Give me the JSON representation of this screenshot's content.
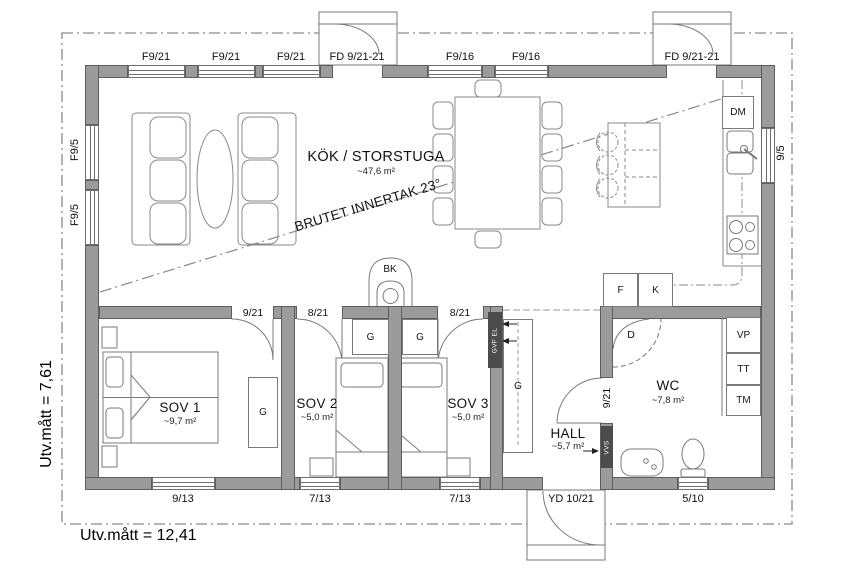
{
  "plan": {
    "dim_width": "Utv.mått = 12,41",
    "dim_height": "Utv.mått = 7,61",
    "ceiling_note": "BRUTET INNERTAK 23°",
    "rooms": {
      "kitchen": {
        "name": "KÖK / STORSTUGA",
        "area": "~47,6 m²"
      },
      "sov1": {
        "name": "SOV 1",
        "area": "~9,7 m²"
      },
      "sov2": {
        "name": "SOV 2",
        "area": "~5,0 m²"
      },
      "sov3": {
        "name": "SOV 3",
        "area": "~5,0 m²"
      },
      "hall": {
        "name": "HALL",
        "area": "~5,7 m²"
      },
      "wc": {
        "name": "WC",
        "area": "~7,8 m²"
      }
    },
    "windows_top": [
      "F9/21",
      "F9/21",
      "F9/21",
      "F9/16",
      "F9/16"
    ],
    "doors_top": [
      "FD 9/21-21",
      "FD 9/21-21"
    ],
    "windows_left": [
      "F9/5",
      "F9/5"
    ],
    "windows_right": [
      "9/5"
    ],
    "windows_bottom": [
      "9/13",
      "7/13",
      "7/13",
      "5/10"
    ],
    "door_bottom": "YD 10/21",
    "interior_doors": {
      "sov1": "9/21",
      "sov2": "8/21",
      "sov3": "8/21",
      "wc": "9/21"
    },
    "fixtures": {
      "fireplace": "BK",
      "dishwasher": "DM",
      "fridge": "F",
      "freezer": "K",
      "shower": "D",
      "heatpump": "VP",
      "dryer": "TT",
      "washer": "TM",
      "wardrobe": "G",
      "shaft_gvf": "GVF EL",
      "shaft_vvs": "VVS"
    }
  }
}
